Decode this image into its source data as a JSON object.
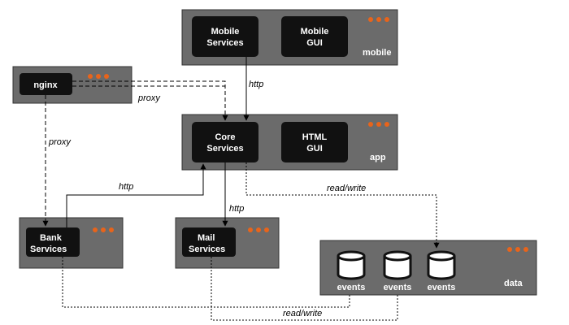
{
  "colors": {
    "container": "#6b6b6b",
    "node": "#111111",
    "accent": "#e8641b",
    "line": "#000000",
    "text": "#ffffff"
  },
  "containers": {
    "mobile": "mobile",
    "app": "app",
    "data": "data"
  },
  "nodes": {
    "mobile_services": [
      "Mobile",
      "Services"
    ],
    "mobile_gui": [
      "Mobile",
      "GUI"
    ],
    "nginx": "nginx",
    "core_services": [
      "Core",
      "Services"
    ],
    "html_gui": [
      "HTML",
      "GUI"
    ],
    "bank_services": [
      "Bank",
      "Services"
    ],
    "mail_services": [
      "Mail",
      "Services"
    ],
    "events": [
      "events",
      "events",
      "events"
    ]
  },
  "edges": {
    "http_mobile_core": "http",
    "proxy_nginx_core": "proxy",
    "proxy_nginx_bank": "proxy",
    "http_bank_core": "http",
    "http_core_mail": "http",
    "readwrite_core_data": "read/write",
    "readwrite_bank_mail_data": "read/write"
  },
  "icons": [
    "three-dots-icon",
    "database-icon"
  ]
}
